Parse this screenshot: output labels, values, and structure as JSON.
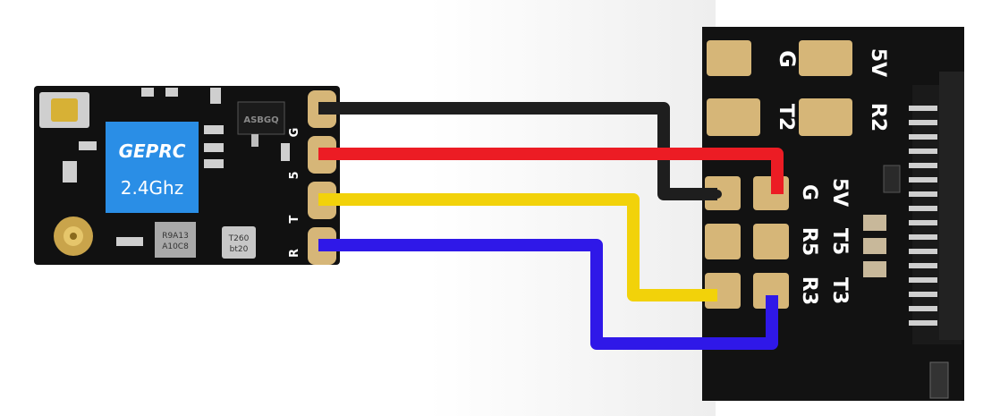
{
  "receiver": {
    "brand": "GEPRC",
    "band": "2.4Ghz",
    "pad_labels": [
      "G",
      "5",
      "T",
      "R"
    ],
    "chip_text": [
      "R9A13",
      "A10C8"
    ],
    "crystal_text": [
      "T260",
      "bt20"
    ],
    "ic_text": "ASBGQ"
  },
  "fc": {
    "top_labels": [
      "G",
      "5V",
      "T2",
      "R2"
    ],
    "pad_labels": [
      "G",
      "5V",
      "R5",
      "T5",
      "R3",
      "T3"
    ]
  },
  "wires": [
    {
      "name": "ground",
      "color": "#1e1e1e"
    },
    {
      "name": "power",
      "color": "#ec1c24"
    },
    {
      "name": "tx",
      "color": "#f2d20a"
    },
    {
      "name": "rx",
      "color": "#2f18e8"
    }
  ],
  "colors": {
    "pcb": "#111111",
    "pad": "#d6b678",
    "label_box": "#2a8ee6"
  }
}
